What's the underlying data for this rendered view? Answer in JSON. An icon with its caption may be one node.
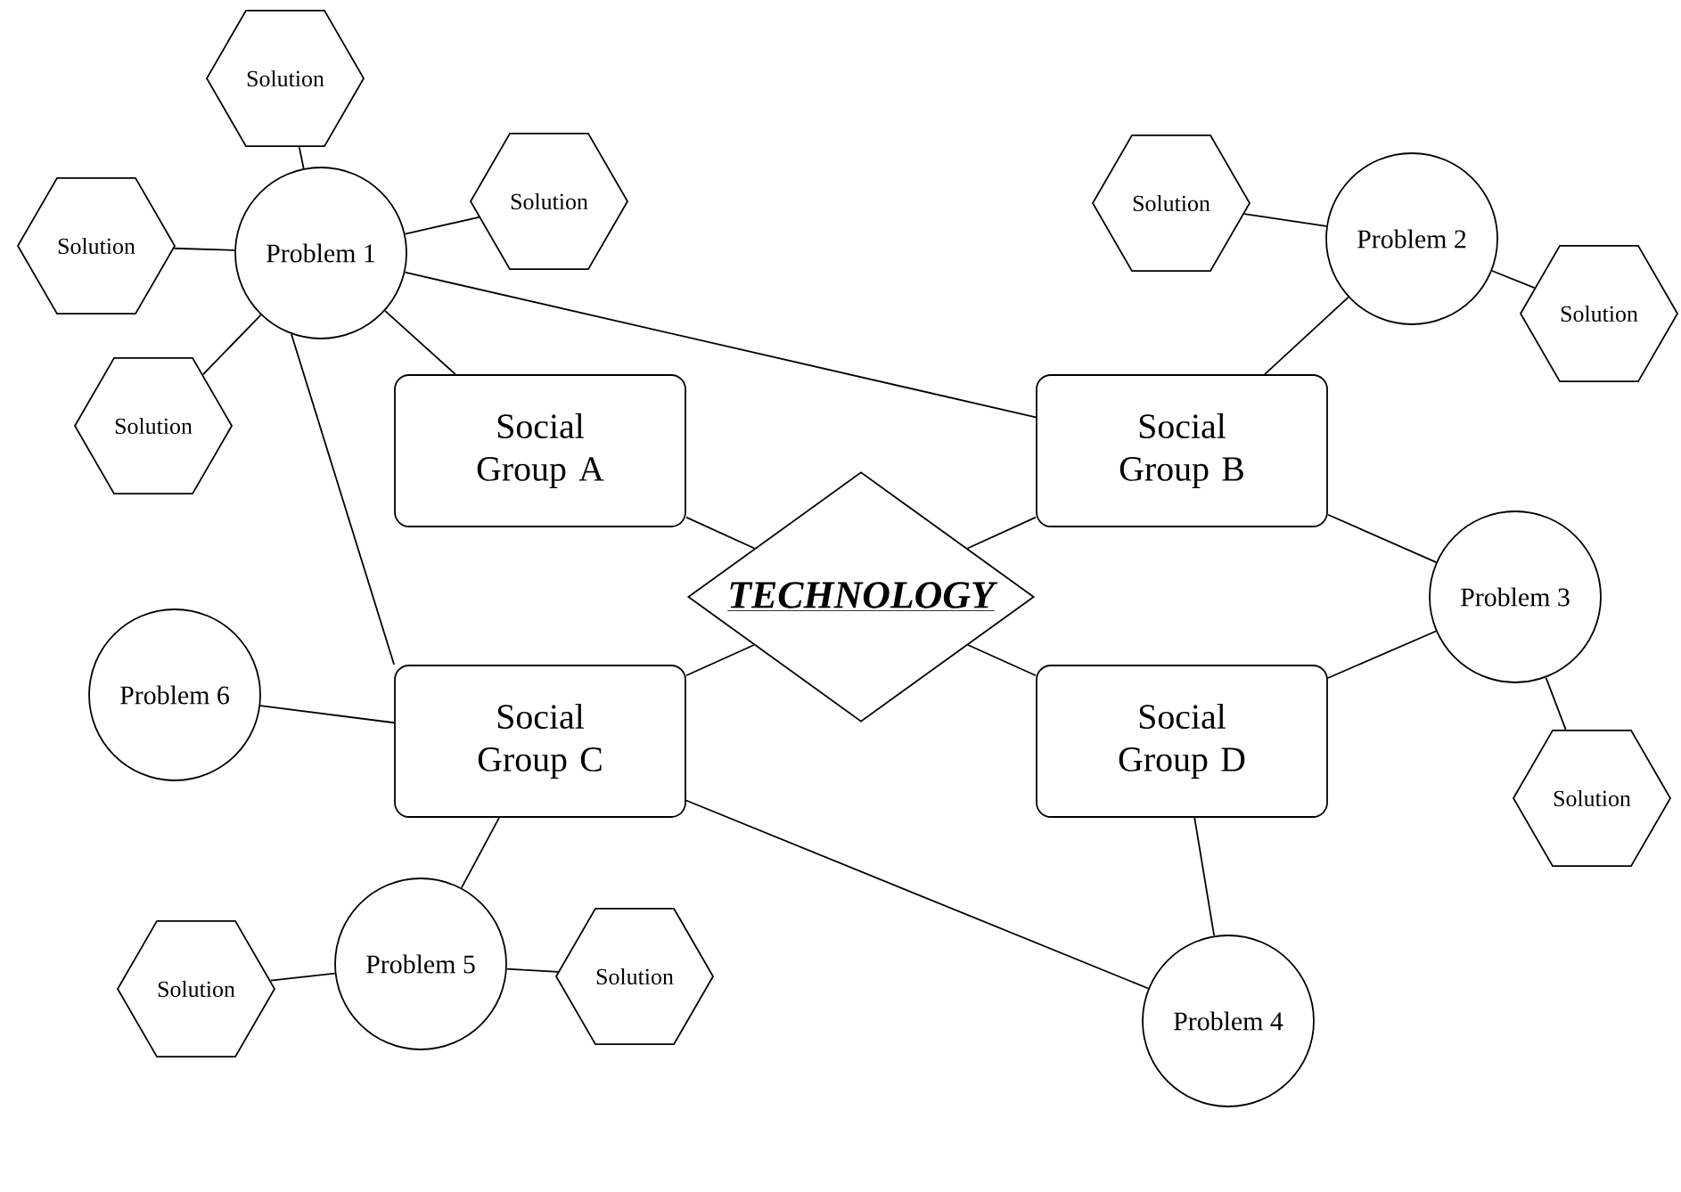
{
  "diagram": {
    "nodes": [
      {
        "text": [
          "Solution"
        ]
      },
      {
        "text": [
          "Solution"
        ]
      },
      {
        "text": [
          "Problem 1"
        ]
      },
      {
        "text": [
          "Solution"
        ]
      },
      {
        "text": [
          "Problem 2"
        ]
      },
      {
        "text": [
          "Solution"
        ]
      },
      {
        "text": [
          "Solution"
        ]
      },
      {
        "text": [
          "Solution"
        ]
      },
      {
        "text": [
          "Social Group A"
        ]
      },
      {
        "text": [
          "Social Group B"
        ]
      },
      {
        "text": [
          "TECHNOLOGY"
        ]
      },
      {
        "text": [
          "Problem 3"
        ]
      },
      {
        "text": [
          "Problem 6"
        ]
      },
      {
        "text": [
          "Social Group C"
        ]
      },
      {
        "text": [
          "Social Group D"
        ]
      },
      {
        "text": [
          "Solution"
        ]
      },
      {
        "text": [
          "Problem 5"
        ]
      },
      {
        "text": [
          "Solution"
        ]
      },
      {
        "text": [
          "Solution"
        ]
      },
      {
        "text": [
          "Problem 4"
        ]
      }
    ],
    "edges": [
      {
        "from": 2,
        "to": 0,
        "arrow": "none"
      },
      {
        "from": 2,
        "to": 3,
        "arrow": "none"
      },
      {
        "from": 2,
        "to": 5,
        "arrow": "none"
      },
      {
        "from": 2,
        "to": 7,
        "arrow": "none"
      },
      {
        "from": 2,
        "to": 8,
        "arrow": "none"
      },
      {
        "from": 2,
        "to": 9,
        "arrow": "none"
      },
      {
        "from": 2,
        "to": 13,
        "arrow": "none"
      },
      {
        "from": 4,
        "to": 1,
        "arrow": "none"
      },
      {
        "from": 4,
        "to": 6,
        "arrow": "none"
      },
      {
        "from": 4,
        "to": 9,
        "arrow": "none"
      },
      {
        "from": 8,
        "to": 10,
        "arrow": "none"
      },
      {
        "from": 9,
        "to": 10,
        "arrow": "none"
      },
      {
        "from": 13,
        "to": 10,
        "arrow": "none"
      },
      {
        "from": 14,
        "to": 10,
        "arrow": "none"
      },
      {
        "from": 9,
        "to": 11,
        "arrow": "none"
      },
      {
        "from": 14,
        "to": 11,
        "arrow": "none"
      },
      {
        "from": 11,
        "to": 15,
        "arrow": "none"
      },
      {
        "from": 12,
        "to": 13,
        "arrow": "none"
      },
      {
        "from": 13,
        "to": 16,
        "arrow": "none"
      },
      {
        "from": 13,
        "to": 19,
        "arrow": "none"
      },
      {
        "from": 14,
        "to": 19,
        "arrow": "none"
      },
      {
        "from": 16,
        "to": 17,
        "arrow": "none"
      },
      {
        "from": 16,
        "to": 18,
        "arrow": "none"
      }
    ]
  }
}
